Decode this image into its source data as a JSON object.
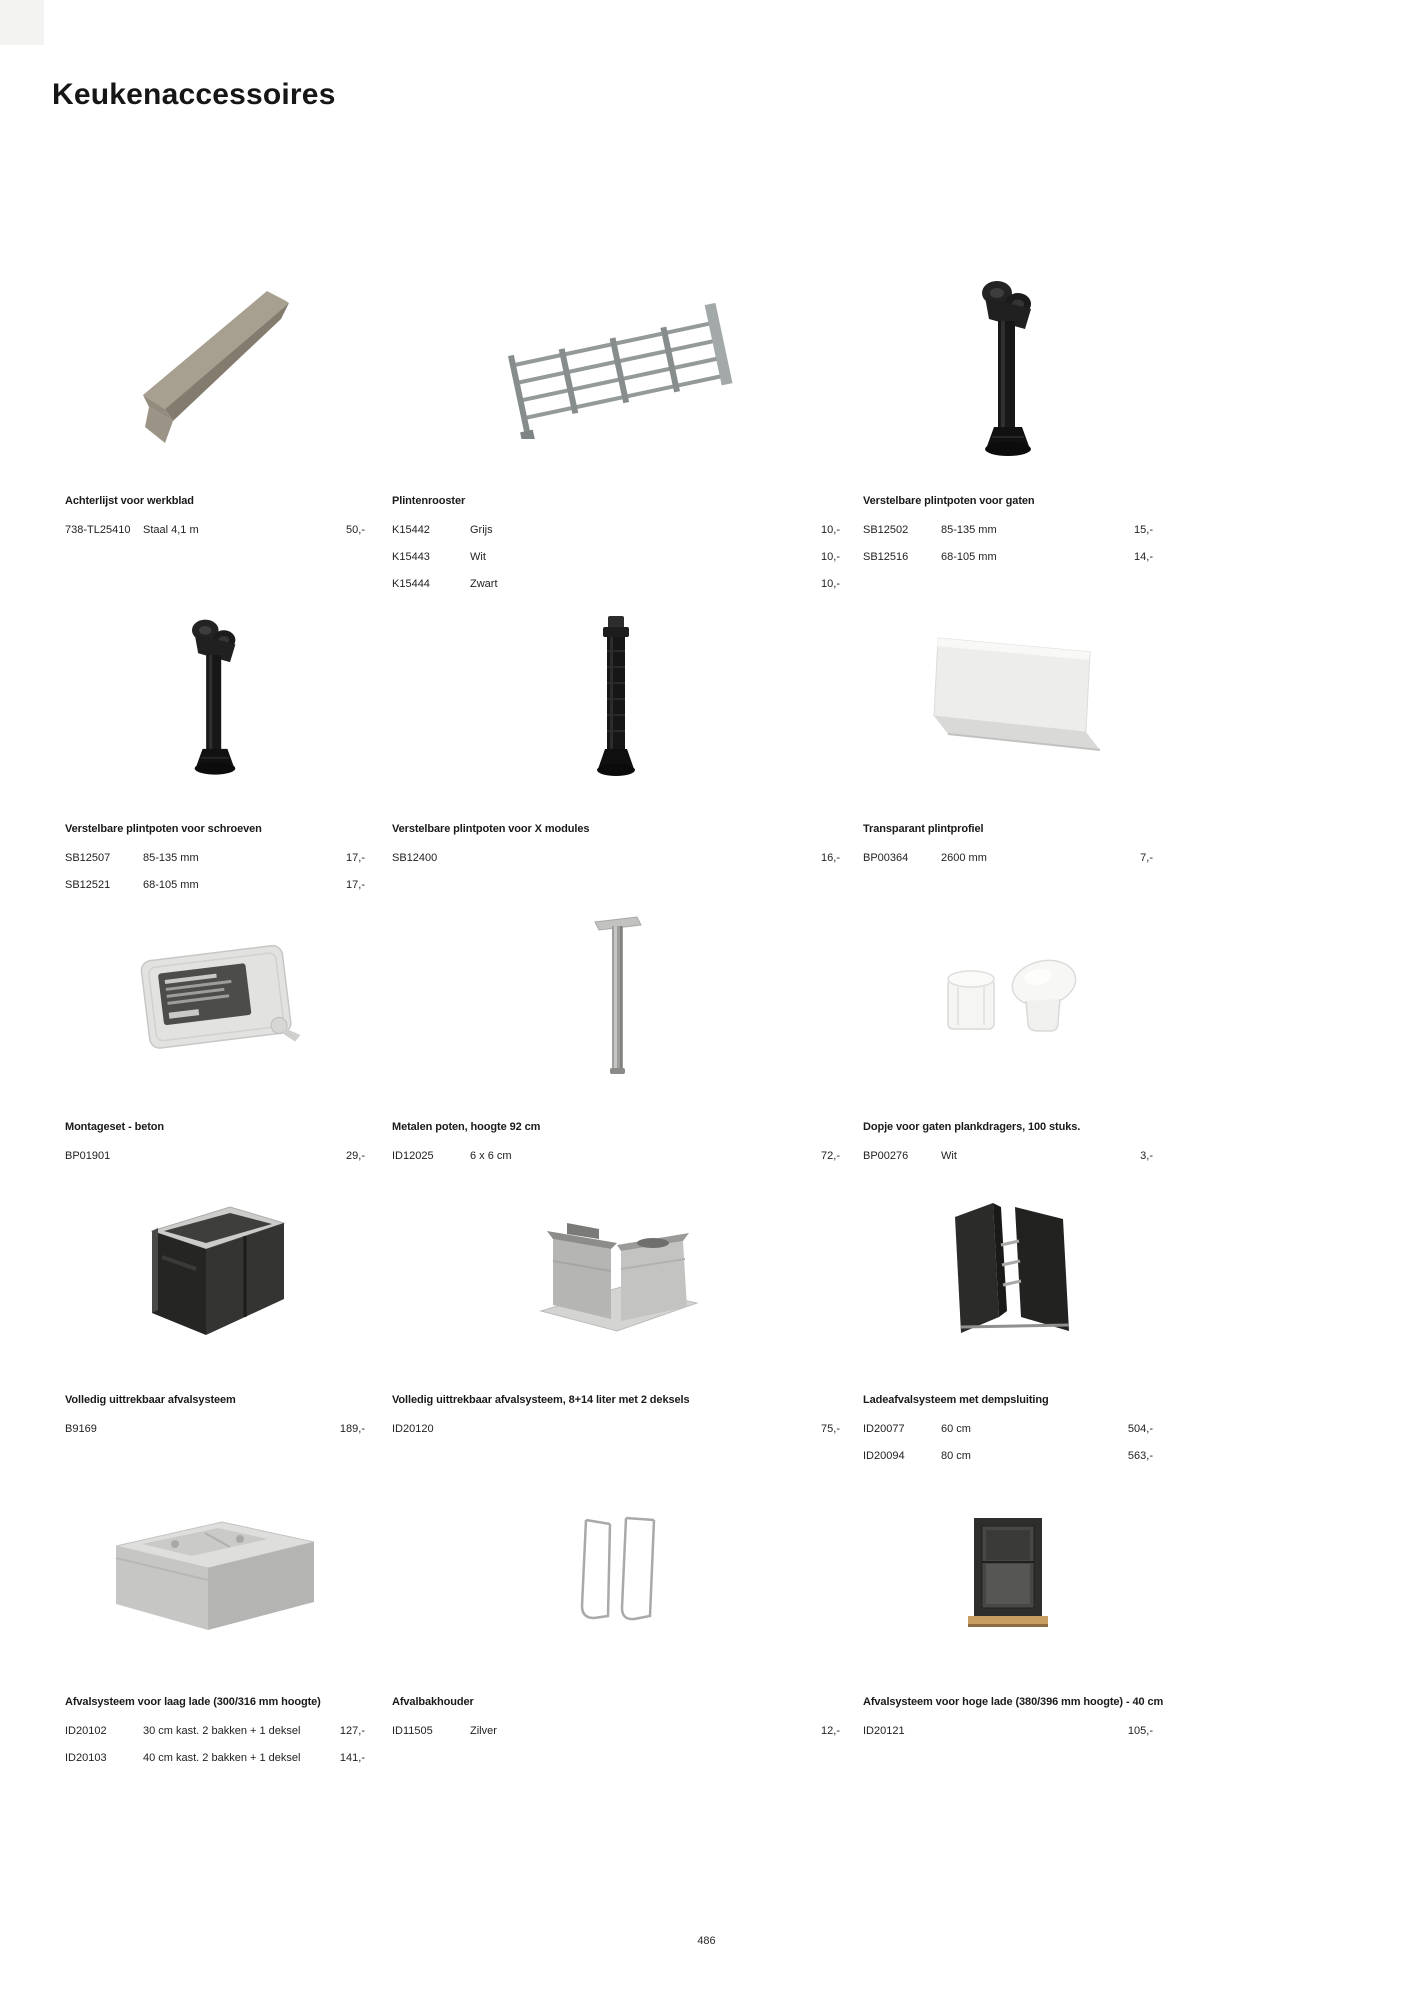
{
  "page": {
    "title": "Keukenaccessoires",
    "page_number": "486"
  },
  "products": [
    {
      "name": "Achterlijst voor werkblad",
      "image": "worktop-back-rail",
      "rows": [
        {
          "code": "738-TL25410",
          "desc": "Staal 4,1 m",
          "price": "50,-"
        }
      ]
    },
    {
      "name": "Plintenrooster",
      "image": "plinth-grille",
      "rows": [
        {
          "code": "K15442",
          "desc": "Grijs",
          "price": "10,-"
        },
        {
          "code": "K15443",
          "desc": "Wit",
          "price": "10,-"
        },
        {
          "code": "K15444",
          "desc": "Zwart",
          "price": "10,-"
        }
      ]
    },
    {
      "name": "Verstelbare plintpoten voor gaten",
      "image": "adjustable-plinth-foot",
      "rows": [
        {
          "code": "SB12502",
          "desc": "85-135 mm",
          "price": "15,-"
        },
        {
          "code": "SB12516",
          "desc": "68-105 mm",
          "price": "14,-"
        }
      ]
    },
    {
      "name": "Verstelbare plintpoten voor schroeven",
      "image": "adjustable-plinth-foot",
      "rows": [
        {
          "code": "SB12507",
          "desc": "85-135 mm",
          "price": "17,-"
        },
        {
          "code": "SB12521",
          "desc": "68-105 mm",
          "price": "17,-"
        }
      ]
    },
    {
      "name": "Verstelbare plintpoten voor X modules",
      "image": "x-module-plinth-foot",
      "rows": [
        {
          "code": "SB12400",
          "desc": "",
          "price": "16,-"
        }
      ]
    },
    {
      "name": "Transparant plintprofiel",
      "image": "transparent-plinth-profile",
      "rows": [
        {
          "code": "BP00364",
          "desc": "2600 mm",
          "price": "7,-"
        }
      ]
    },
    {
      "name": "Montageset - beton",
      "image": "mounting-kit-box",
      "rows": [
        {
          "code": "BP01901",
          "desc": "",
          "price": "29,-"
        }
      ]
    },
    {
      "name": "Metalen poten, hoogte 92 cm",
      "image": "metal-leg",
      "rows": [
        {
          "code": "ID12025",
          "desc": "6 x 6 cm",
          "price": "72,-"
        }
      ]
    },
    {
      "name": "Dopje voor gaten plankdragers, 100 stuks.",
      "image": "shelf-support-caps",
      "rows": [
        {
          "code": "BP00276",
          "desc": "Wit",
          "price": "3,-"
        }
      ]
    },
    {
      "name": "Volledig uittrekbaar afvalsysteem",
      "image": "pullout-waste-bin-dark",
      "rows": [
        {
          "code": "B9169",
          "desc": "",
          "price": "189,-"
        }
      ]
    },
    {
      "name": "Volledig uittrekbaar afvalsysteem, 8+14 liter met 2 deksels",
      "image": "pullout-waste-bins-grey",
      "rows": [
        {
          "code": "ID20120",
          "desc": "",
          "price": "75,-"
        }
      ]
    },
    {
      "name": "Ladeafvalsysteem met dempsluiting",
      "image": "drawer-waste-system",
      "rows": [
        {
          "code": "ID20077",
          "desc": "60 cm",
          "price": "504,-"
        },
        {
          "code": "ID20094",
          "desc": "80 cm",
          "price": "563,-"
        }
      ]
    },
    {
      "name": "Afvalsysteem voor laag lade (300/316 mm hoogte)",
      "image": "low-drawer-waste-system",
      "rows": [
        {
          "code": "ID20102",
          "desc": "30 cm kast. 2 bakken + 1 deksel",
          "price": "127,-"
        },
        {
          "code": "ID20103",
          "desc": "40 cm kast. 2 bakken + 1 deksel",
          "price": "141,-"
        }
      ]
    },
    {
      "name": "Afvalbakhouder",
      "image": "waste-bag-wire-holder",
      "rows": [
        {
          "code": "ID11505",
          "desc": "Zilver",
          "price": "12,-"
        }
      ]
    },
    {
      "name": "Afvalsysteem voor hoge lade (380/396 mm hoogte) - 40 cm",
      "image": "high-drawer-waste-system",
      "rows": [
        {
          "code": "ID20121",
          "desc": "",
          "price": "105,-"
        }
      ]
    }
  ]
}
